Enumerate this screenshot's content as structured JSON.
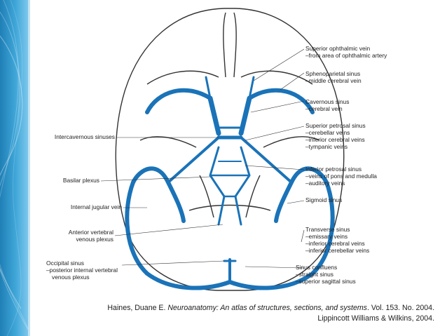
{
  "labels_left": {
    "intercavernous": "Intercavernous sinuses",
    "basilar": "Basilar plexus",
    "jugular": "Internal jugular vein",
    "anterior_vertebral_1": "Anterior vertebral",
    "anterior_vertebral_2": "venous plexus",
    "occipital_1": "Occipital sinus",
    "occipital_2": "–posterior internal vertebral",
    "occipital_3": "venous plexus"
  },
  "labels_right": {
    "sup_ophthalmic_1": "Superior ophthalmic vein",
    "sup_ophthalmic_2": "–from area of ophthalmic artery",
    "sphenoparietal_1": "Sphenoparietal sinus",
    "sphenoparietal_2": "–middle cerebral vein",
    "cavernous_1": "Cavernous sinus",
    "cavernous_2": "–cerebral vein",
    "sup_petrosal_1": "Superior petrosal sinus",
    "sup_petrosal_2": "–cerebellar veins",
    "sup_petrosal_3": "–inferior cerebral veins",
    "sup_petrosal_4": "–tympanic veins",
    "inf_petrosal_1": "Inferior petrosal sinus",
    "inf_petrosal_2": "–veins of pons and medulla",
    "inf_petrosal_3": "–auditory veins",
    "sigmoid": "Sigmoid sinus",
    "transverse_1": "Transverse sinus",
    "transverse_2": "–emissary veins",
    "transverse_3": "–inferior cerebral veins",
    "transverse_4": "–inferior cerebellar veins",
    "confluens_1": "Sinus confluens",
    "confluens_2": "–straight sinus",
    "confluens_3": "–superior sagittal sinus"
  },
  "citation": {
    "author": "Haines, Duane E. ",
    "journal": "Neuroanatomy: An atlas of structures, sections, and systems",
    "details": ". Vol. 153. No. 2004.",
    "publisher": "Lippincott Williams & Wilkins, 2004."
  },
  "colors": {
    "sinus_blue": "#1a73b8",
    "band_blue": "#2f93cc",
    "bone_outline": "#333333"
  }
}
